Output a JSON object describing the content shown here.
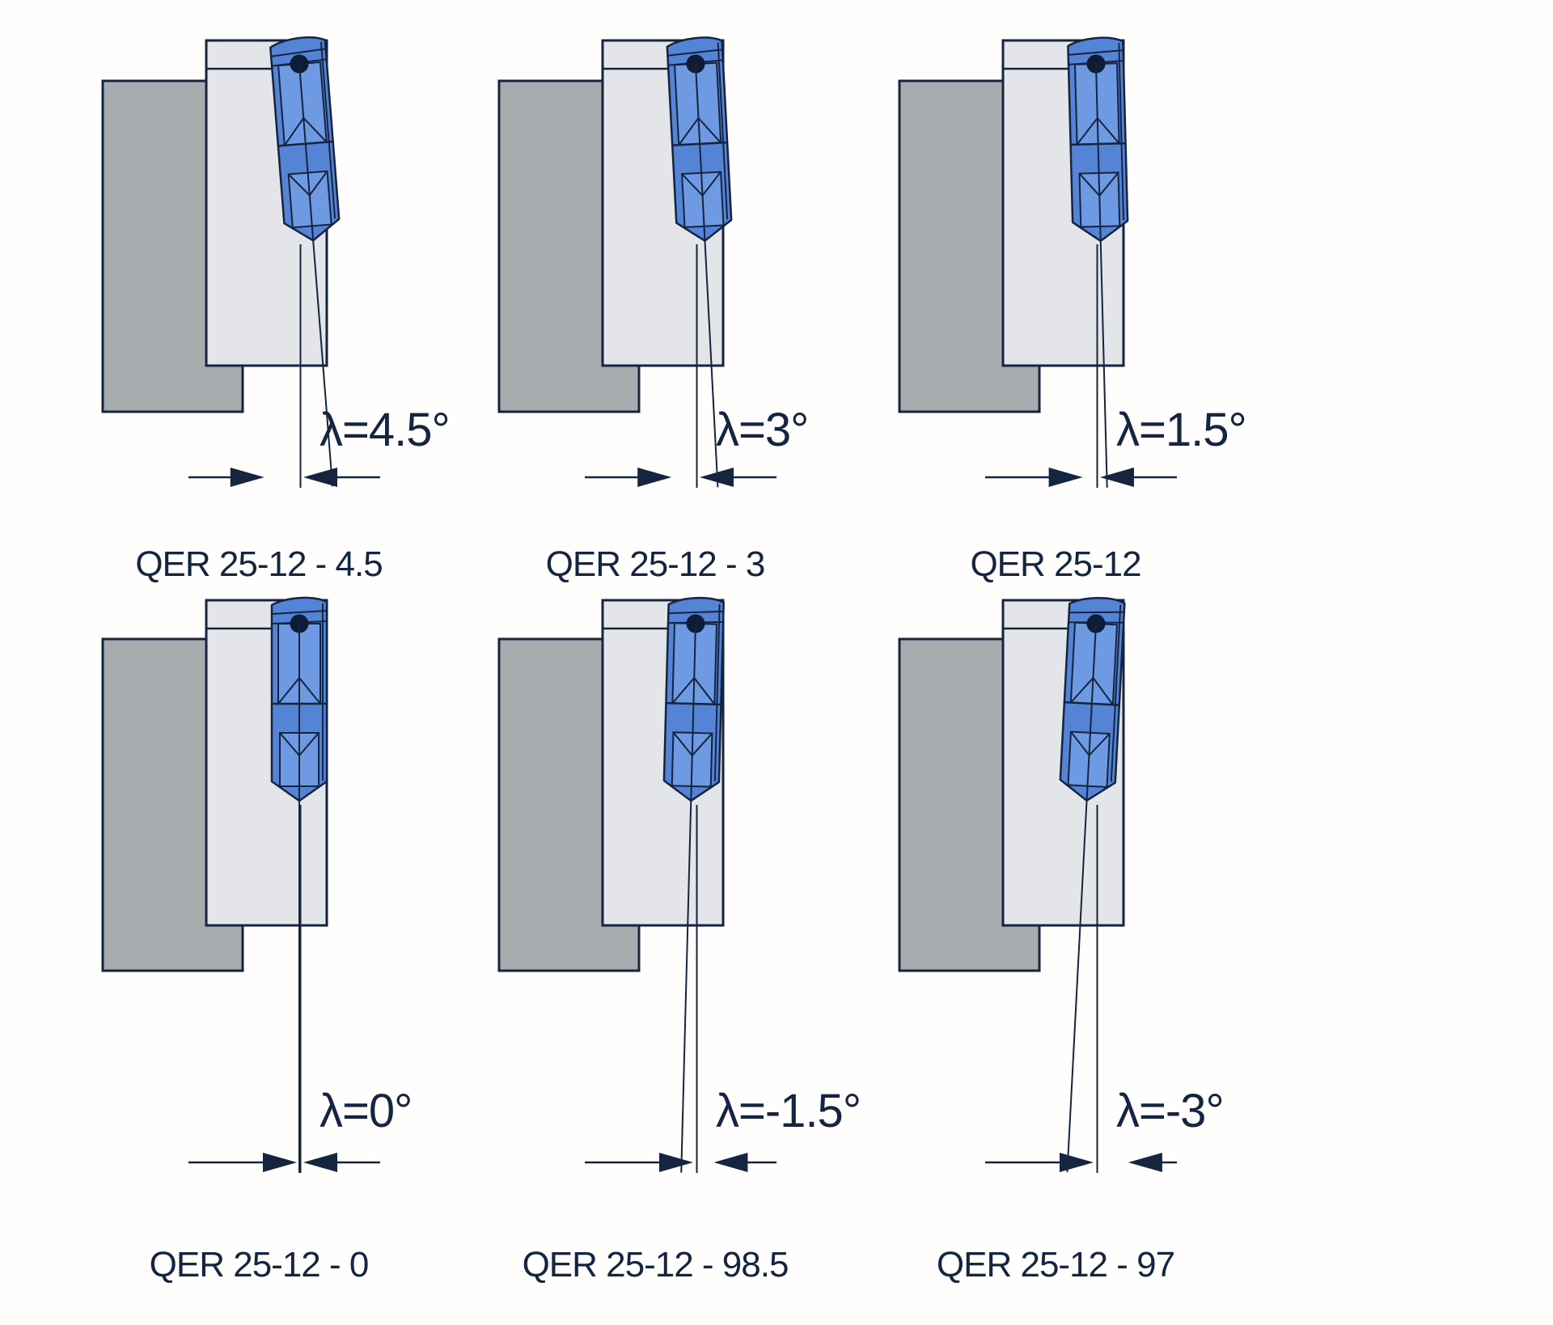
{
  "figure": {
    "description_labels": {
      "angle_symbol": "λ"
    },
    "colors": {
      "background": "#fffefc",
      "outline_navy": "#15243f",
      "text_navy": "#152440",
      "workpiece_dark_gray": "#a9acae",
      "tool_block_light_gray": "#e3e5e9",
      "blade_blue": "#5583d6",
      "blade_blue_light": "#6e99e3",
      "screw_navy": "#0e1c36"
    },
    "cells": [
      {
        "caption": "QER 25-12 - 4.5",
        "angle_label": "λ=4.5°",
        "lambda_deg": 4.5
      },
      {
        "caption": "QER 25-12 - 3",
        "angle_label": "λ=3°",
        "lambda_deg": 3
      },
      {
        "caption": "QER 25-12",
        "angle_label": "λ=1.5°",
        "lambda_deg": 1.5
      },
      {
        "caption": "QER 25-12 - 0",
        "angle_label": "λ=0°",
        "lambda_deg": 0
      },
      {
        "caption": "QER 25-12 - 98.5",
        "angle_label": "λ=-1.5°",
        "lambda_deg": -1.5
      },
      {
        "caption": "QER 25-12 - 97",
        "angle_label": "λ=-3°",
        "lambda_deg": -3
      }
    ]
  }
}
